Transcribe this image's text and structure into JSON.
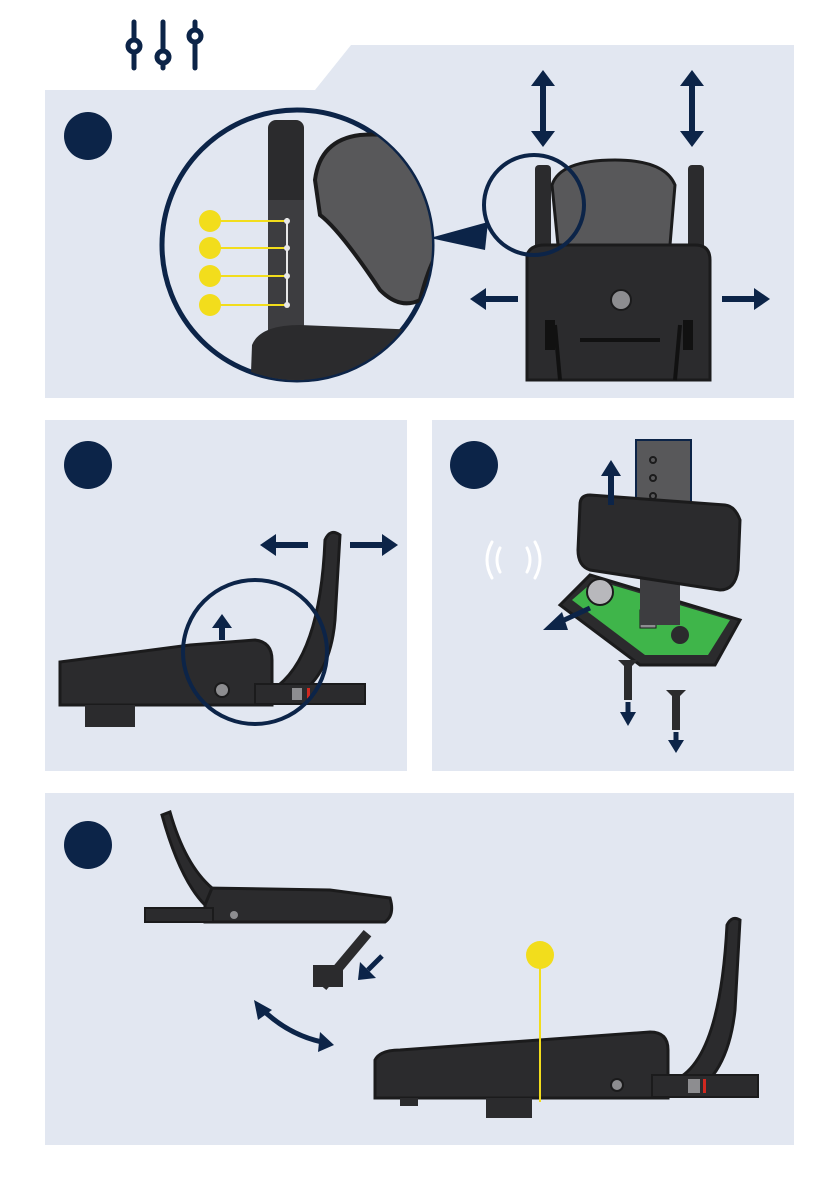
{
  "colors": {
    "navy": "#0c2448",
    "panel_bg": "#e2e7f1",
    "seat_black": "#2b2b2d",
    "seat_grey": "#58585a",
    "highlight_yellow": "#f2dd1c",
    "pcb_green": "#3fb54a",
    "red_marker": "#d0281f"
  },
  "header": {
    "icon": "adjustment-sliders-icon"
  },
  "steps": [
    {
      "name": "step-1-headrest-height-and-width",
      "icons": [
        "headrest-up-down-arrow-icon",
        "side-wing-out-arrow-icon"
      ]
    },
    {
      "name": "step-2-backrest-width",
      "icons": [
        "backrest-left-right-arrow-icon",
        "release-up-arrow-icon"
      ]
    },
    {
      "name": "step-3-sensor-module",
      "icons": [
        "wireless-signal-icon",
        "lift-up-arrow-icon",
        "battery-out-arrow-icon",
        "screw-down-arrow-icon"
      ]
    },
    {
      "name": "step-4-support-leg",
      "icons": [
        "rotate-arrow-icon",
        "fold-arrow-icon"
      ]
    }
  ],
  "headrest_positions": {
    "count": 4,
    "color": "highlight_yellow"
  }
}
